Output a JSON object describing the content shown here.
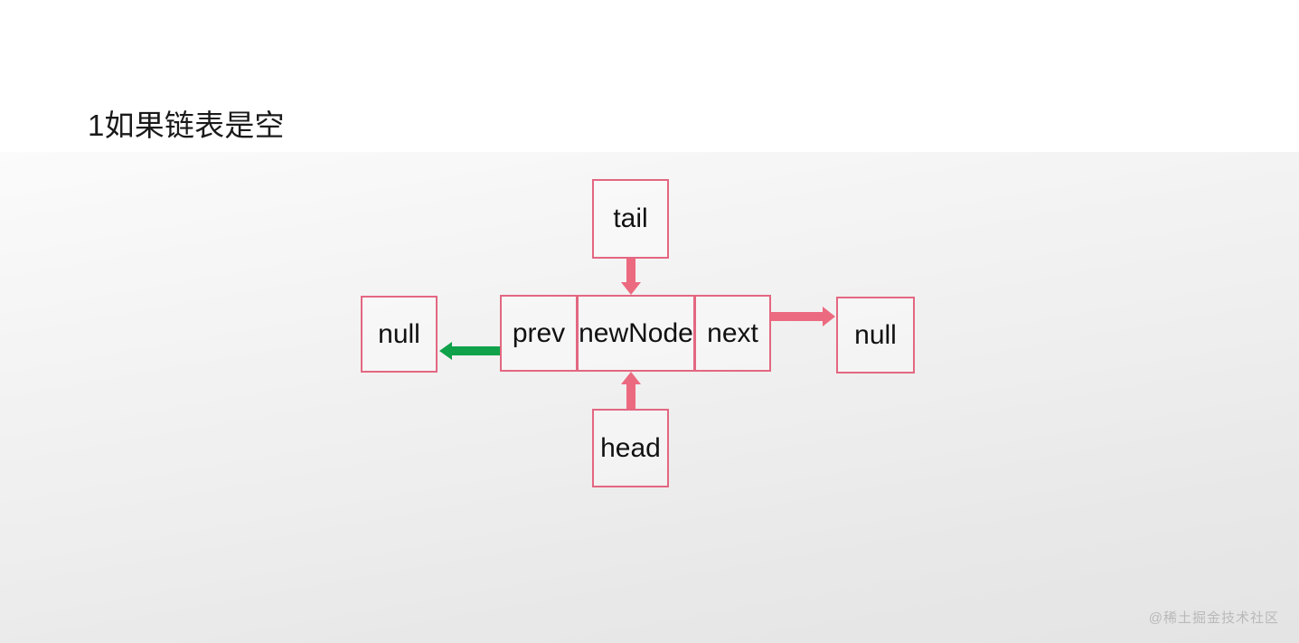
{
  "slide": {
    "title": "1如果链表是空",
    "watermark": "@稀土掘金技术社区"
  },
  "colors": {
    "box_border": "#e36781",
    "arrow_pink": "#ec6a80",
    "arrow_green": "#10a24a",
    "text": "#111111",
    "title_text": "#1a1a1a",
    "background_top": "#ffffff",
    "background_bottom": "#e8e8e8",
    "watermark_text": "#b9b9b9"
  },
  "diagram": {
    "type": "linked-list-node-diagram",
    "nodes": {
      "tail": {
        "label": "tail"
      },
      "head": {
        "label": "head"
      },
      "null_left": {
        "label": "null"
      },
      "null_right": {
        "label": "null"
      },
      "node_cells": [
        {
          "label": "prev"
        },
        {
          "label": "newNode"
        },
        {
          "label": "next"
        }
      ]
    },
    "arrows": [
      {
        "name": "tail-to-node",
        "from": "tail",
        "to": "newNode",
        "direction": "down",
        "color": "#ec6a80"
      },
      {
        "name": "head-to-node",
        "from": "head",
        "to": "newNode",
        "direction": "up",
        "color": "#ec6a80"
      },
      {
        "name": "next-to-null",
        "from": "next",
        "to": "null_right",
        "direction": "right",
        "color": "#ec6a80"
      },
      {
        "name": "prev-to-null",
        "from": "prev",
        "to": "null_left",
        "direction": "left",
        "color": "#10a24a"
      }
    ]
  }
}
